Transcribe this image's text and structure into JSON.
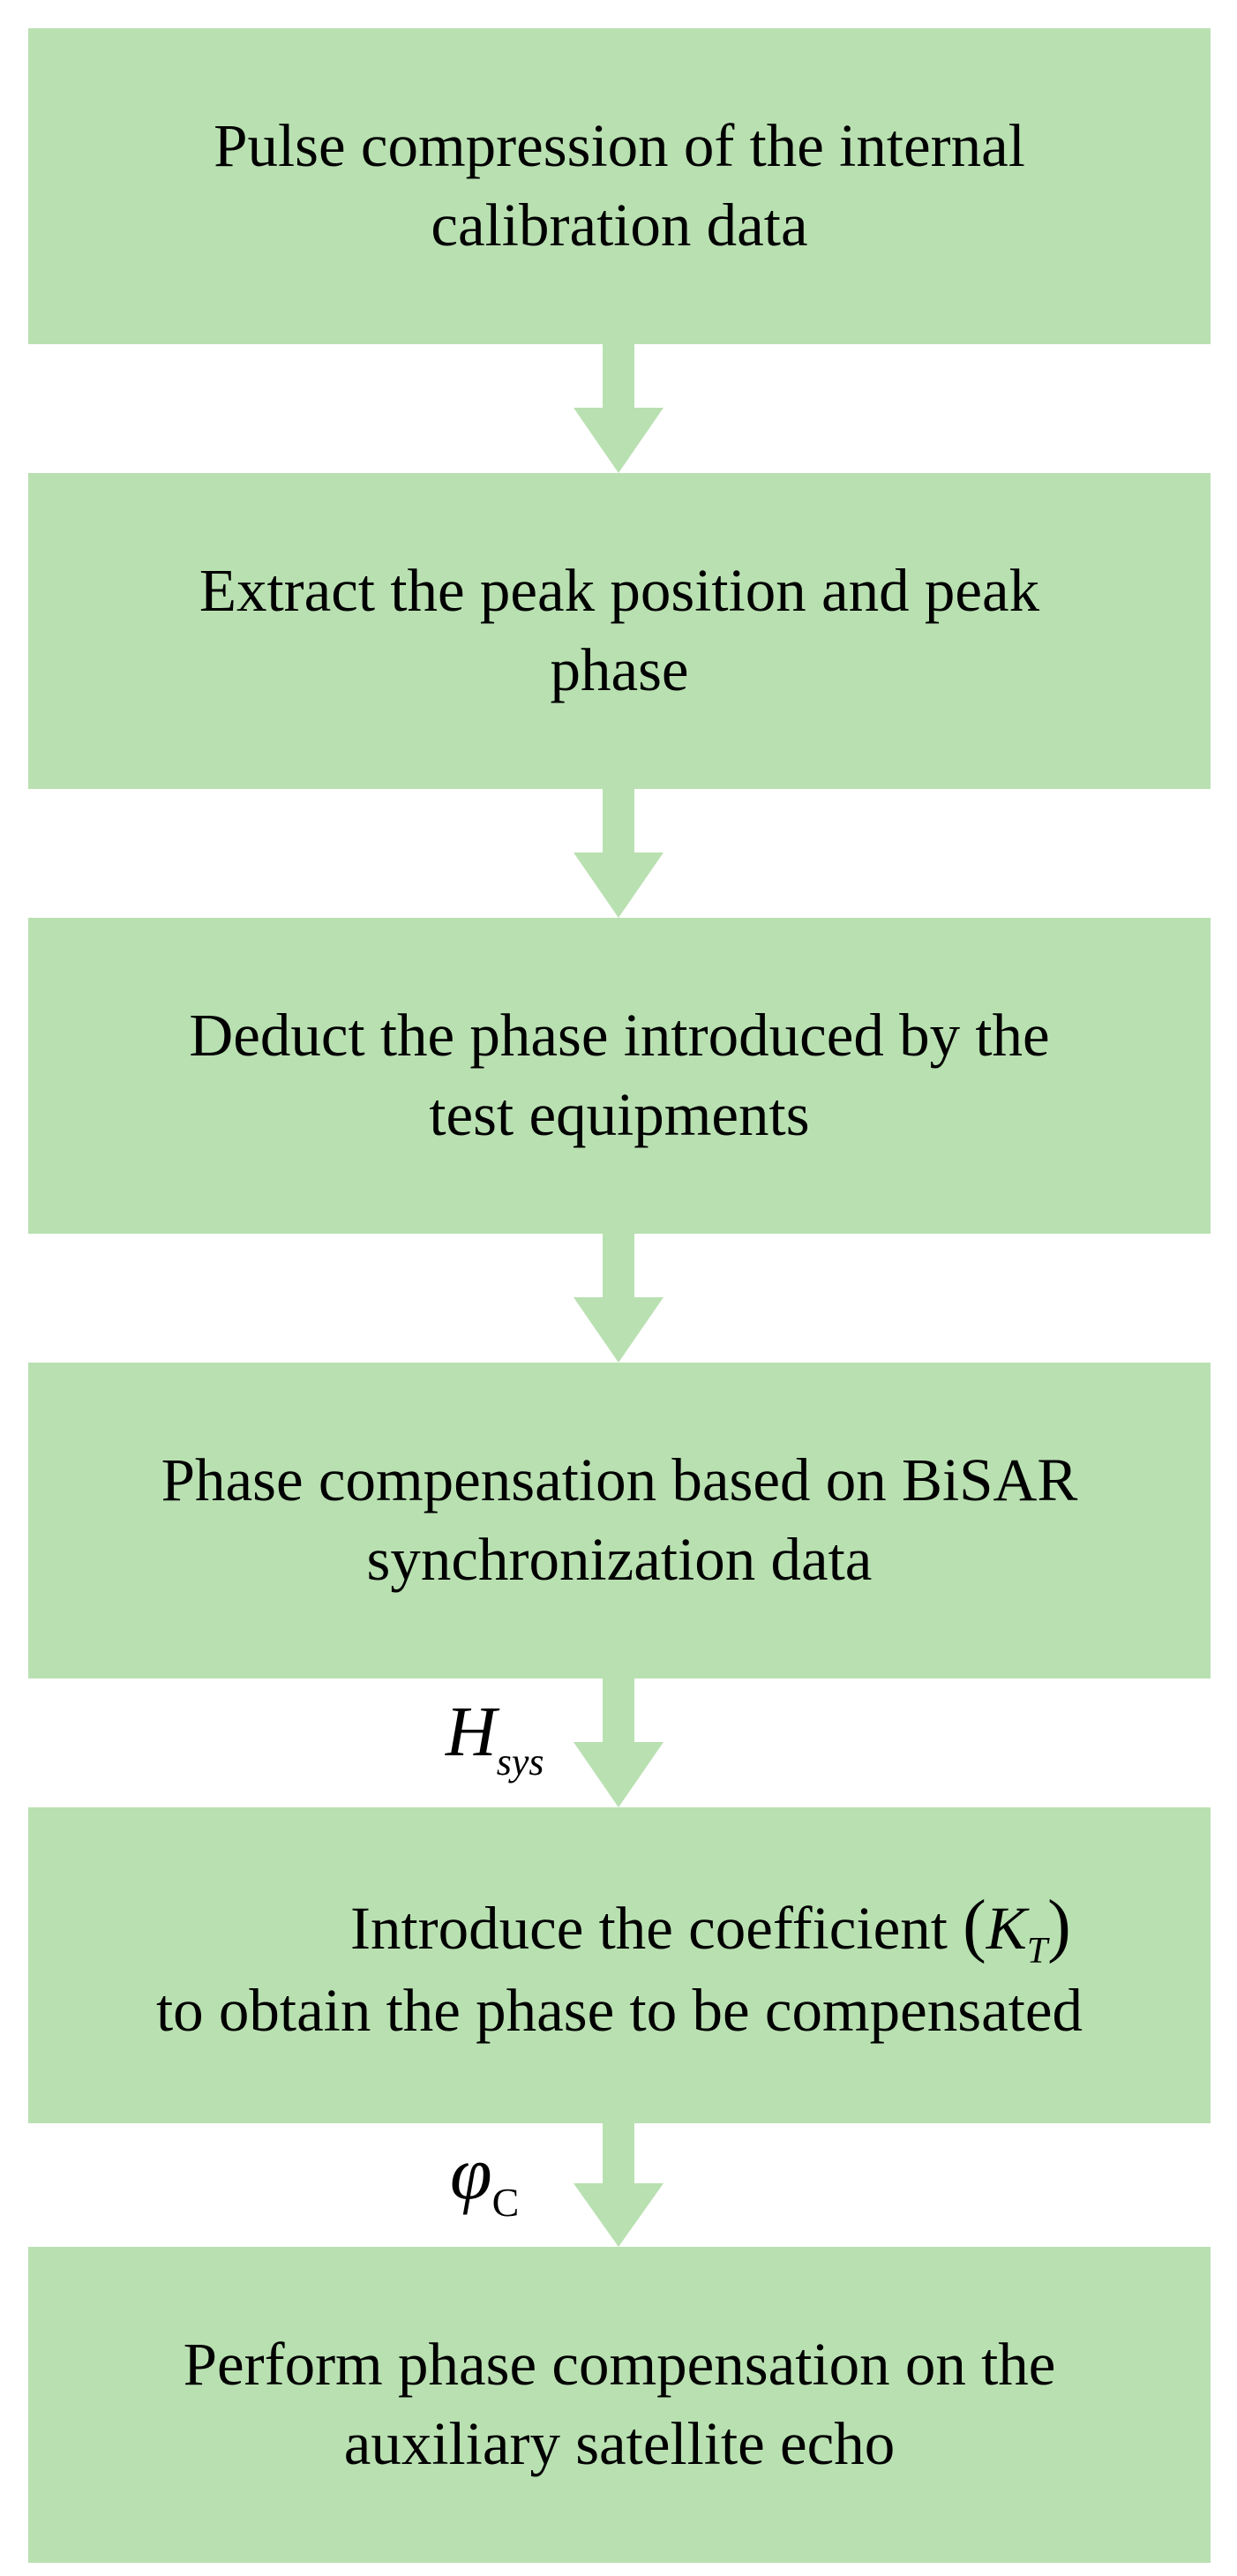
{
  "colors": {
    "box_fill": "#b9e0b1",
    "arrow_fill": "#b9e0b1",
    "text": "#000000"
  },
  "steps": [
    {
      "label": "Pulse compression of the internal\ncalibration data"
    },
    {
      "label": "Extract the peak position and peak\nphase"
    },
    {
      "label": "Deduct the phase introduced by the\ntest equipments"
    },
    {
      "label": "Phase compensation based on BiSAR\nsynchronization data"
    },
    {
      "label_pre": "Introduce the coefficient",
      "coef_open": "(",
      "coef_main": "K",
      "coef_sub": "T",
      "coef_close": ")",
      "label_post": "to obtain the phase to be compensated"
    },
    {
      "label": "Perform phase compensation on the\nauxiliary satellite echo"
    }
  ],
  "connector_labels": {
    "h_sys": {
      "main": "H",
      "sub": "sys"
    },
    "phi_c": {
      "main": "φ",
      "sub": "C"
    }
  }
}
